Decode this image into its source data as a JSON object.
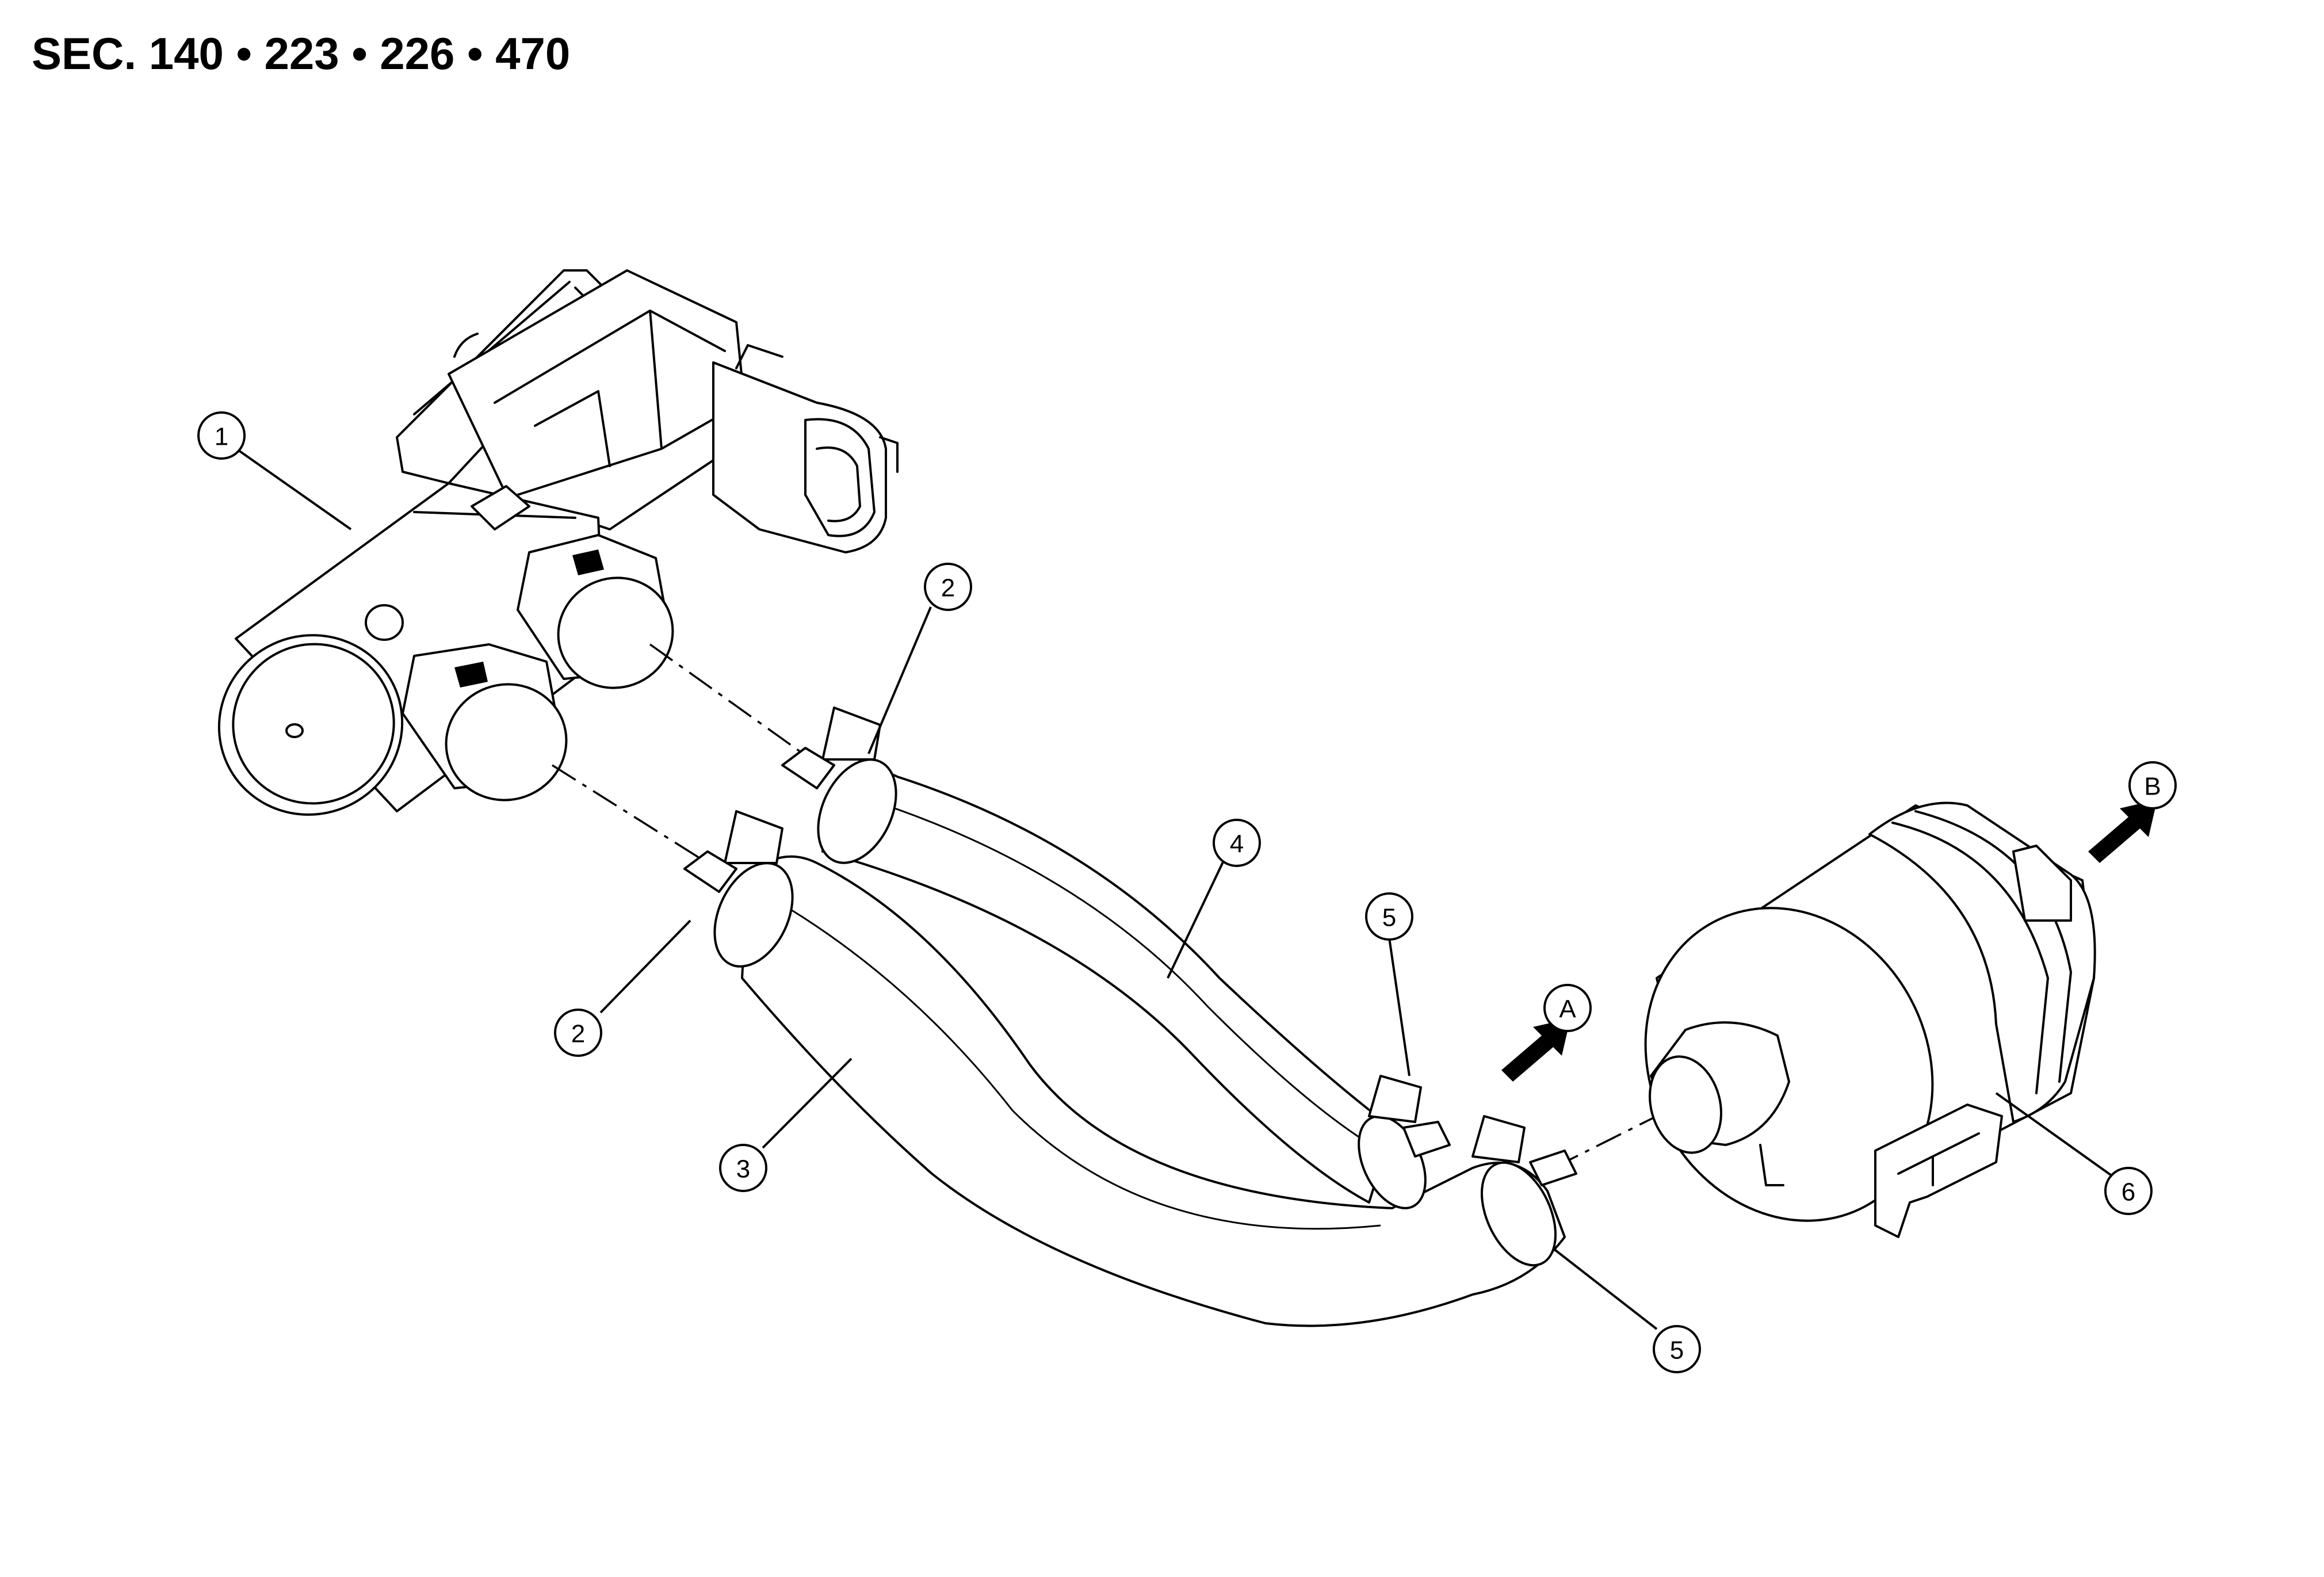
{
  "section_heading": "SEC. 140 • 223 • 226 • 470",
  "callouts": {
    "c1": "1",
    "c2a": "2",
    "c2b": "2",
    "c3": "3",
    "c4": "4",
    "c5a": "5",
    "c5b": "5",
    "c6": "6",
    "arrow_a": "A",
    "arrow_b": "B"
  }
}
